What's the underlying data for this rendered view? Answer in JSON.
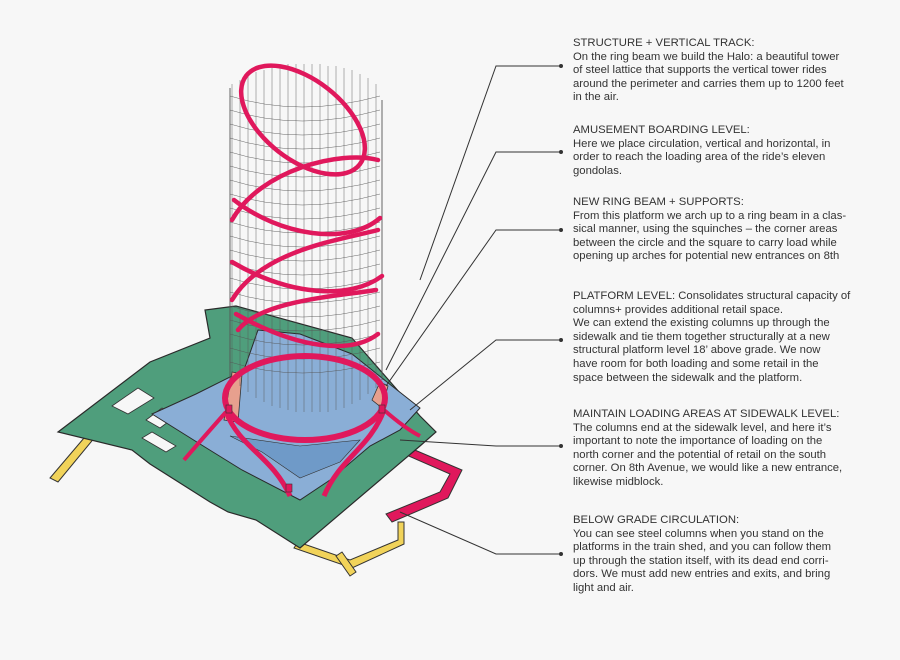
{
  "annotations": [
    {
      "heading": "STRUCTURE + VERTICAL TRACK:",
      "body": "On the ring beam we build the Halo: a beautiful tower\nof steel lattice that supports the vertical tower rides\naround the perimeter and carries them up to 1200 feet\nin the air."
    },
    {
      "heading": "AMUSEMENT BOARDING LEVEL:",
      "body": "Here we place circulation, vertical and horizontal, in\norder to reach the loading area of the ride’s eleven\ngondolas."
    },
    {
      "heading": "NEW RING BEAM + SUPPORTS:",
      "body": "From this platform we arch up to a ring beam in a clas-\nsical manner, using the squinches – the corner areas\nbetween the circle and the square to carry load while\nopening up arches for potential new entrances on 8th"
    },
    {
      "heading": "PLATFORM LEVEL: Consolidates structural capacity of",
      "body": "columns+ provides additional retail space.\nWe can extend the existing columns up through the\nsidewalk and tie them together structurally at a new\nstructural platform level 18’ above grade.  We now\nhave room for both loading and some retail in the\nspace between the sidewalk and the platform."
    },
    {
      "heading": "MAINTAIN LOADING AREAS AT SIDEWALK LEVEL:",
      "body": "The columns end at the sidewalk level, and here it’s\nimportant to note the importance of loading on the\nnorth corner and the potential of retail on the south\ncorner.  On 8th Avenue, we would like a new entrance,\nlikewise midblock."
    },
    {
      "heading": "BELOW GRADE CIRCULATION:",
      "body": "You can see steel columns when you stand on the\nplatforms in the train shed, and you can follow them\nup through the station itself, with its dead end corri-\ndors.  We must add new entries and exits, and bring\nlight and air."
    }
  ],
  "colors": {
    "lattice": "#555555",
    "track": "#e0185c",
    "green": "#4f9e7c",
    "blue": "#8aaed6",
    "yellow": "#f1d35a",
    "salmon": "#e7a08e",
    "leader": "#333333"
  }
}
